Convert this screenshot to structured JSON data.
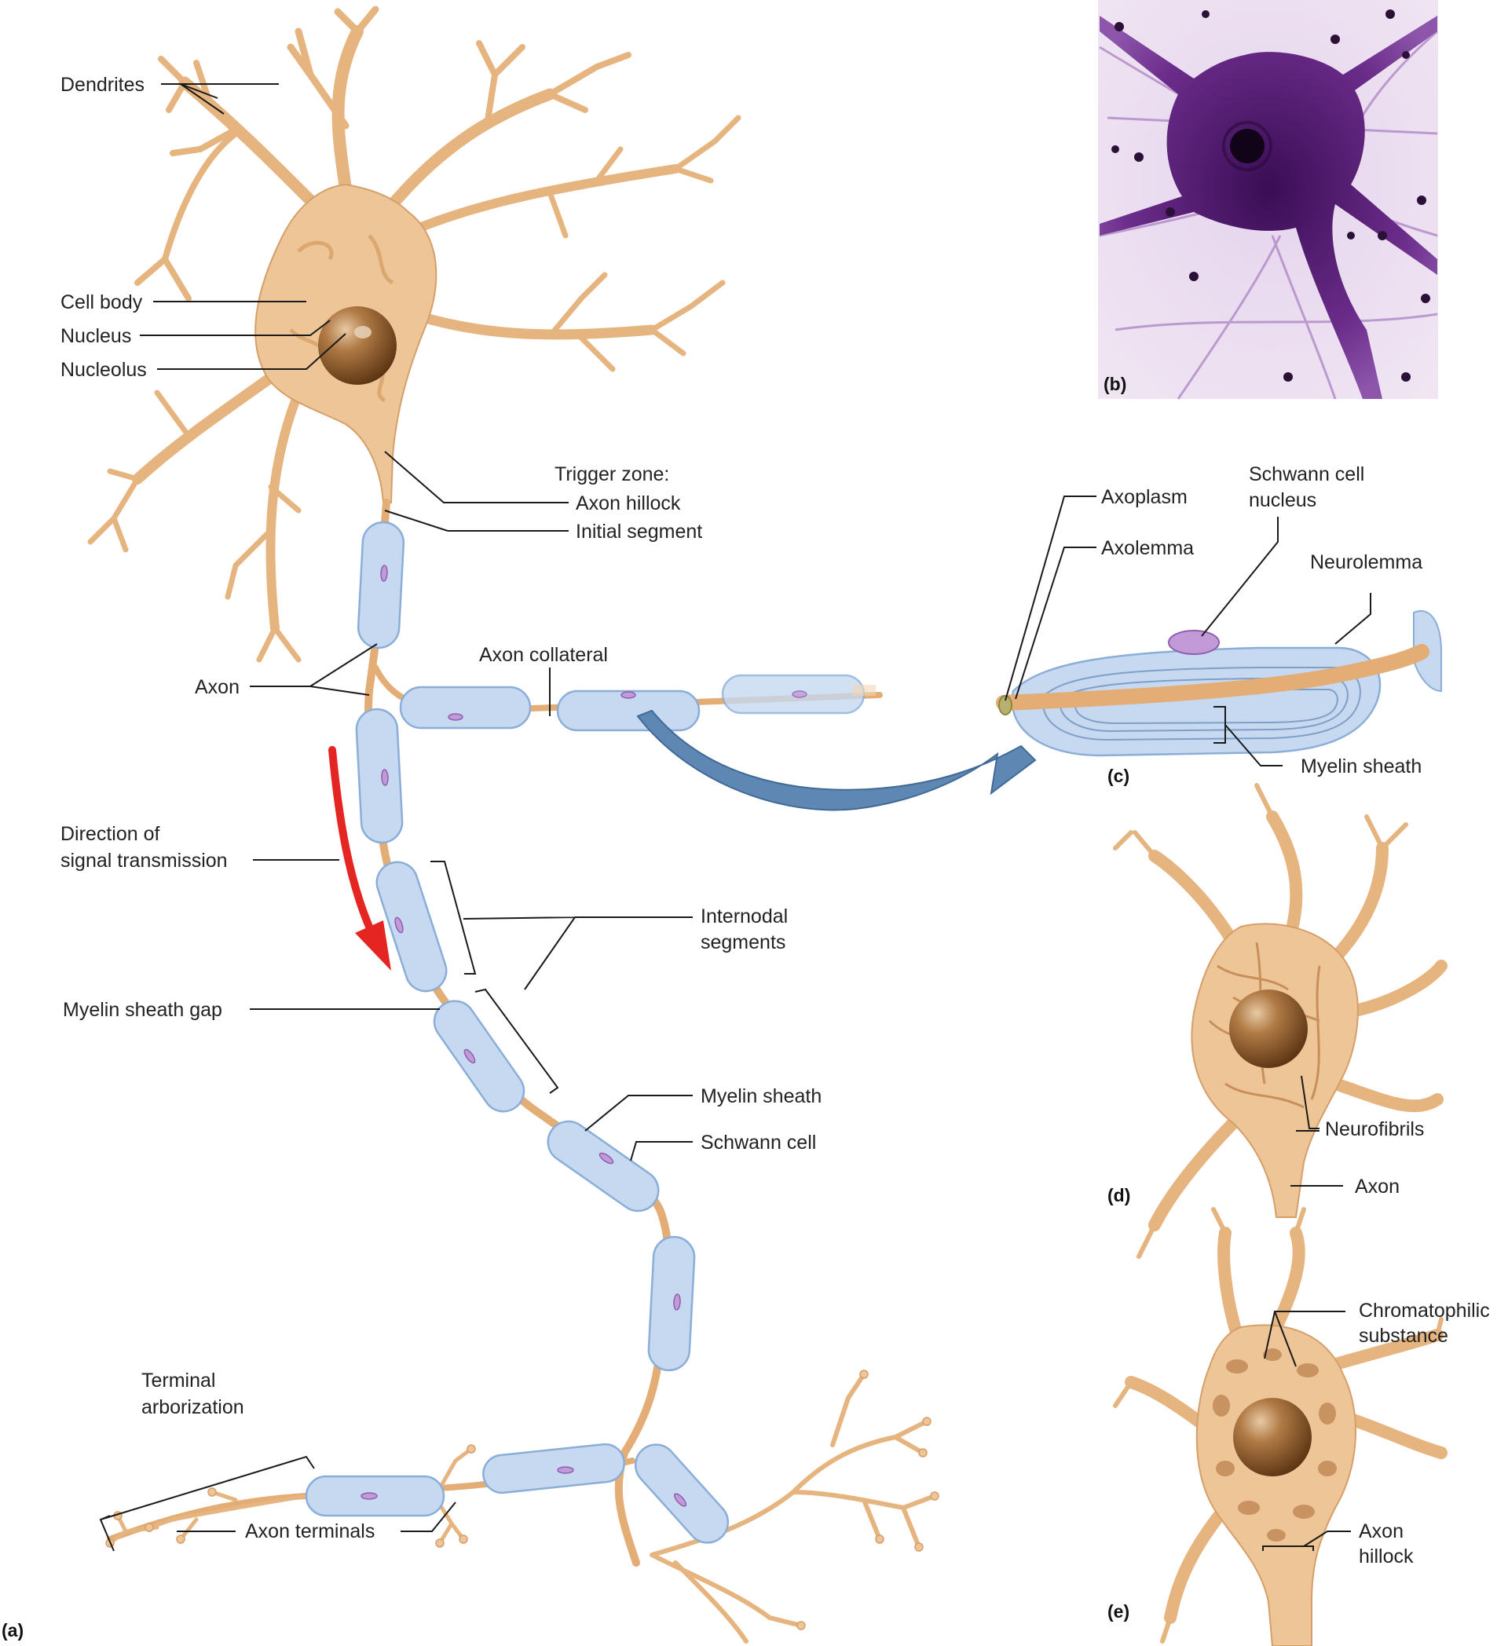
{
  "panel_labels": {
    "a": "(a)",
    "b": "(b)",
    "c": "(c)",
    "d": "(d)",
    "e": "(e)"
  },
  "labels_a": {
    "dendrites": "Dendrites",
    "cell_body": "Cell body",
    "nucleus": "Nucleus",
    "nucleolus": "Nucleolus",
    "trigger_zone": "Trigger zone:",
    "axon_hillock": "Axon hillock",
    "initial_segment": "Initial segment",
    "axon": "Axon",
    "axon_collateral": "Axon collateral",
    "direction_line1": "Direction of",
    "direction_line2": "signal transmission",
    "internodal_line1": "Internodal",
    "internodal_line2": "segments",
    "myelin_gap": "Myelin sheath gap",
    "myelin_sheath": "Myelin sheath",
    "schwann_cell": "Schwann cell",
    "terminal_line1": "Terminal",
    "terminal_line2": "arborization",
    "axon_terminals": "Axon terminals"
  },
  "labels_c": {
    "axoplasm": "Axoplasm",
    "axolemma": "Axolemma",
    "schwann_nucleus_line1": "Schwann cell",
    "schwann_nucleus_line2": "nucleus",
    "neurolemma": "Neurolemma",
    "myelin_sheath": "Myelin sheath"
  },
  "labels_d": {
    "neurofibrils": "Neurofibrils",
    "axon": "Axon"
  },
  "labels_e": {
    "chromatophilic_line1": "Chromatophilic",
    "chromatophilic_line2": "substance",
    "axon_hillock_line1": "Axon",
    "axon_hillock_line2": "hillock"
  },
  "colors": {
    "neuron": "#eec596",
    "myelin": "#c6d9f1",
    "nucleus": "#8b5a2b",
    "stain": "#6b2c8a",
    "signal_arrow": "#e52521",
    "zoom_arrow": "#5f87b4"
  }
}
